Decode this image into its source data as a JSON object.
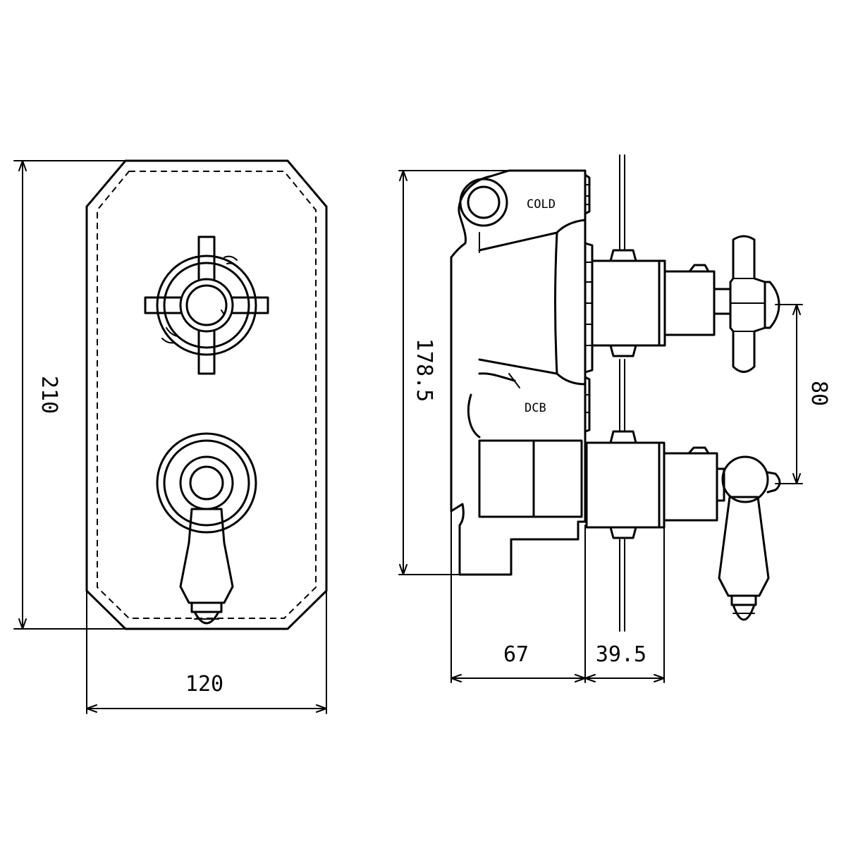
{
  "front_view": {
    "height_label": "210",
    "width_label": "120"
  },
  "side_view": {
    "height_label": "178.5",
    "spacing_label": "80",
    "depth_body_label": "67",
    "depth_handle_label": "39.5",
    "port_cold_label": "COLD",
    "port_dcb_label": "DCB"
  }
}
